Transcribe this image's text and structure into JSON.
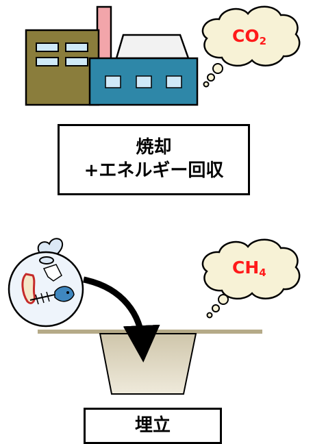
{
  "factory": {
    "cloud_formula_main": "CO",
    "cloud_formula_sub": "2",
    "label_line1": "焼却",
    "label_line2": "+エネルギー回収"
  },
  "landfill": {
    "cloud_formula_main": "CH",
    "cloud_formula_sub": "4",
    "label": "埋立"
  },
  "colors": {
    "building_left": "#8a7d3c",
    "building_right": "#2e87a8",
    "window": "#cfe9f8",
    "chimney": "#f2a5aa",
    "roof": "#f2f2f2",
    "cloud": "#f7f2d6",
    "ground": "#b5aa88",
    "pit_top": "#cfc6ab",
    "pit_bottom": "#efeadb",
    "gas_text": "#ff1a1a"
  }
}
